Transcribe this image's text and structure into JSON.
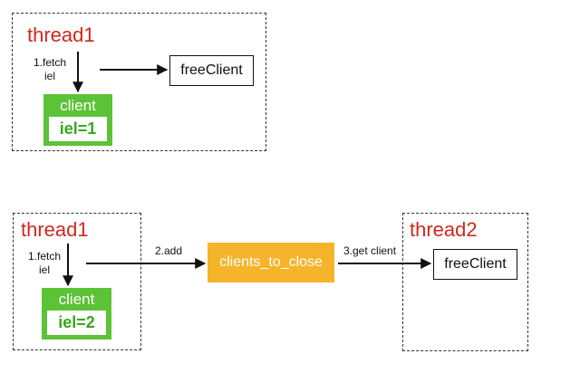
{
  "top": {
    "thread_label": "thread1",
    "fetch_label_line1": "1.fetch",
    "fetch_label_line2": "iel",
    "client_title": "client",
    "client_iel": "iel=1",
    "free_client": "freeClient"
  },
  "bottom": {
    "thread1_label": "thread1",
    "fetch_label_line1": "1.fetch",
    "fetch_label_line2": "iel",
    "client_title": "client",
    "client_iel": "iel=2",
    "add_label": "2.add",
    "clients_to_close": "clients_to_close",
    "get_client_label": "3.get client",
    "thread2_label": "thread2",
    "free_client": "freeClient"
  },
  "colors": {
    "thread_red": "#d0281c",
    "client_green": "#5cc236",
    "queue_orange": "#f6b42b"
  }
}
